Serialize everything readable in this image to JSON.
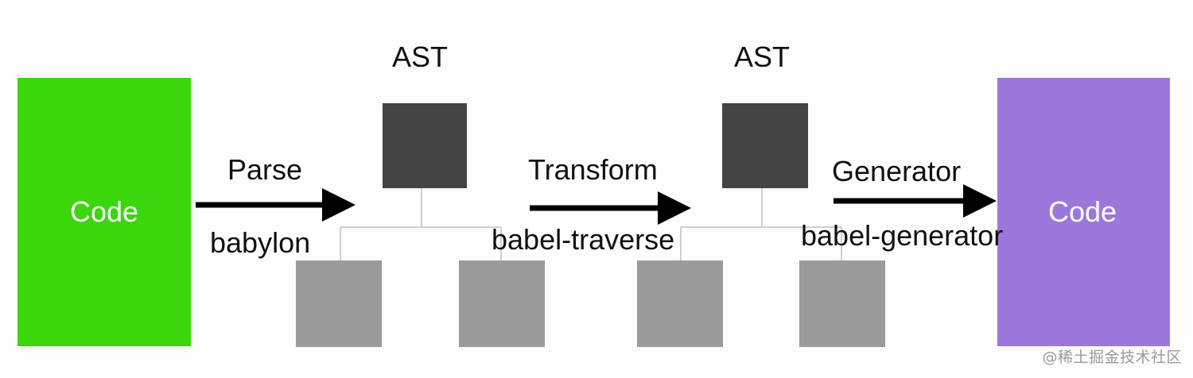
{
  "nodes": {
    "source_code": {
      "label": "Code",
      "color": "#3cd60c",
      "text_color": "#ffffff"
    },
    "ast_1": {
      "label": "AST",
      "root_color": "#444444",
      "child_color": "#9b9b9b"
    },
    "ast_2": {
      "label": "AST",
      "root_color": "#444444",
      "child_color": "#9b9b9b"
    },
    "output_code": {
      "label": "Code",
      "color": "#9c78dc",
      "text_color": "#ffffff"
    }
  },
  "edges": [
    {
      "from": "source_code",
      "to": "ast_1",
      "step": "Parse",
      "tool": "babylon"
    },
    {
      "from": "ast_1",
      "to": "ast_2",
      "step": "Transform",
      "tool": "babel-traverse"
    },
    {
      "from": "ast_2",
      "to": "output_code",
      "step": "Generator",
      "tool": "babel-generator"
    }
  ],
  "watermark": "@稀土掘金技术社区"
}
